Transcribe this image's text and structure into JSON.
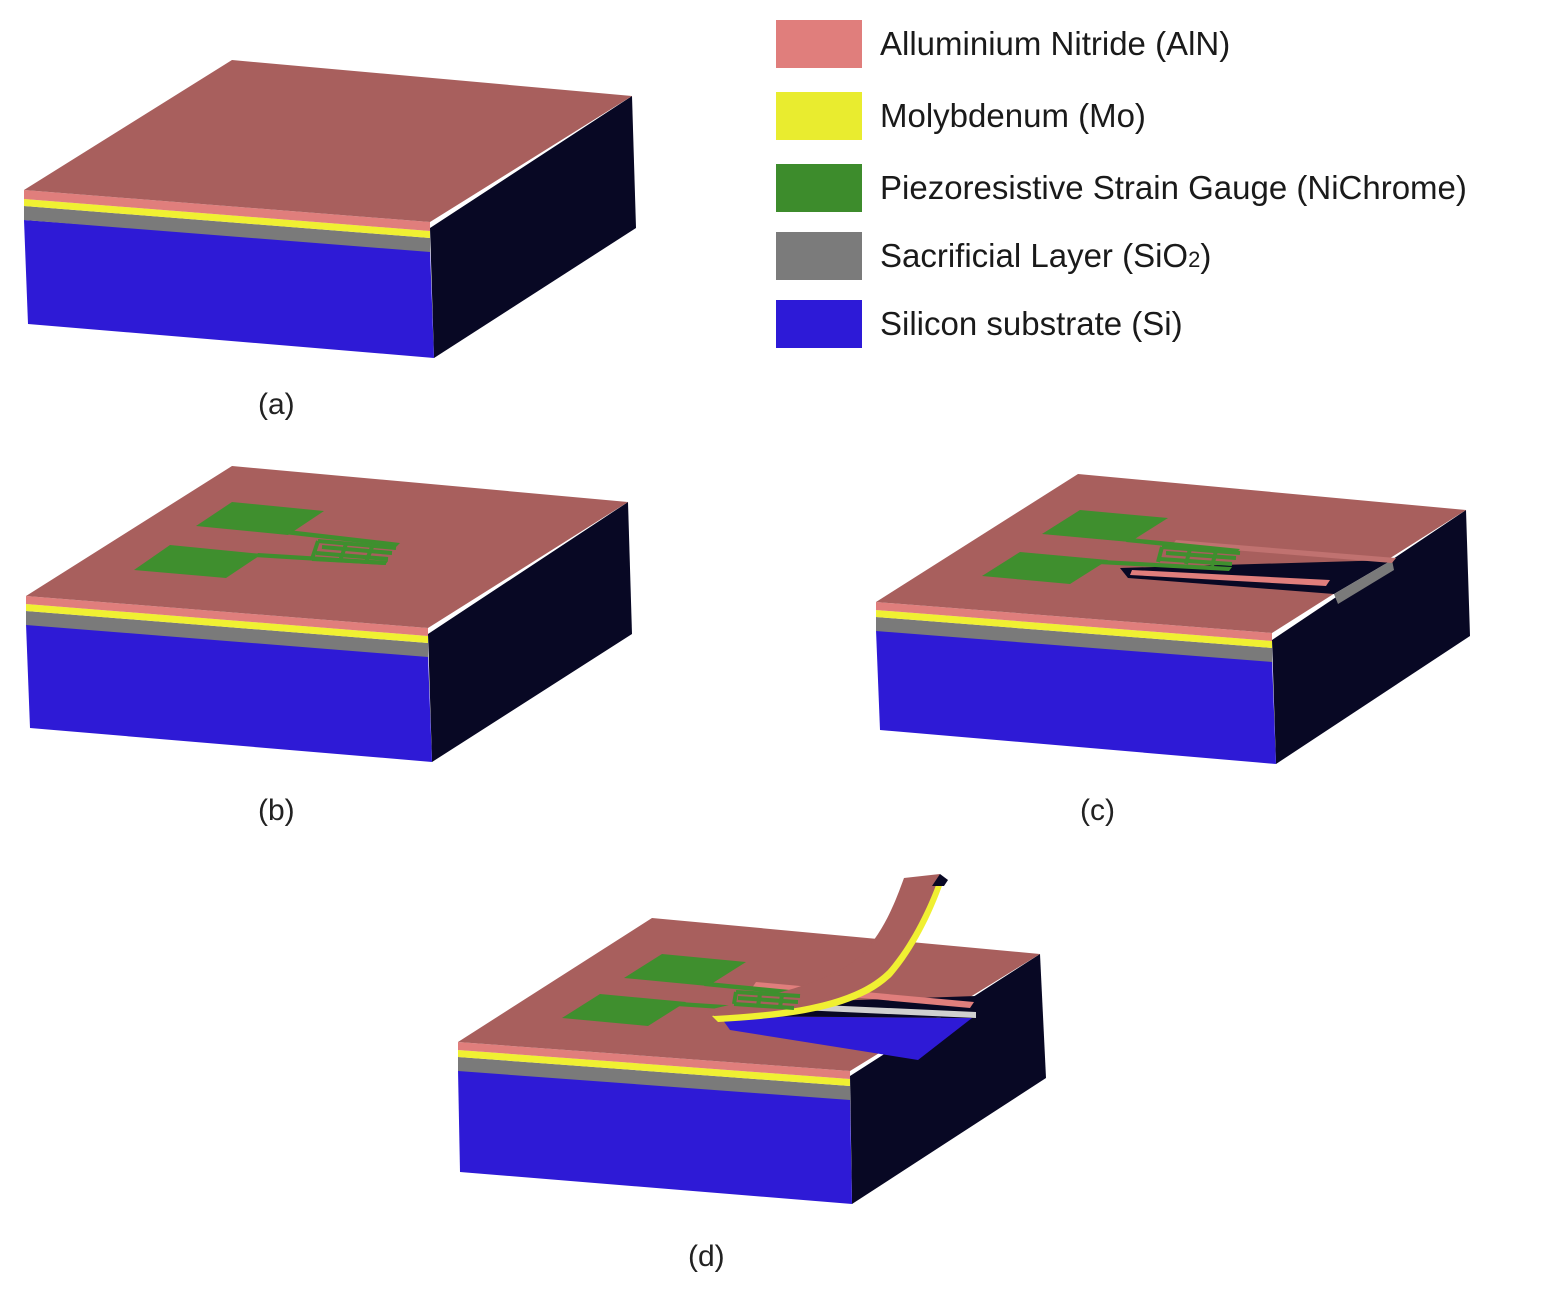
{
  "colors": {
    "aln": "#e07e7c",
    "aln_top": "#a85f5d",
    "mo": "#f0f032",
    "nichrome": "#3f8f2e",
    "nichrome_dark": "#2f6e22",
    "sio2": "#7a7a7a",
    "si": "#2e1ad6",
    "side_dark": "#080824"
  },
  "legend": {
    "items": [
      {
        "label": "Alluminium Nitride (AlN)",
        "color": "#e07e7c"
      },
      {
        "label": "Molybdenum (Mo)",
        "color": "#e9ec2f"
      },
      {
        "label": "Piezoresistive Strain Gauge (NiChrome)",
        "color": "#3d8c2c"
      },
      {
        "label_pre": "Sacrificial Layer (SiO",
        "label_sub": "2",
        "label_post": ")",
        "color": "#7b7b7b"
      },
      {
        "label": "Silicon substrate (Si)",
        "color": "#2d1ad7"
      }
    ]
  },
  "captions": {
    "a": "(a)",
    "b": "(b)",
    "c": "(c)",
    "d": "(d)"
  }
}
